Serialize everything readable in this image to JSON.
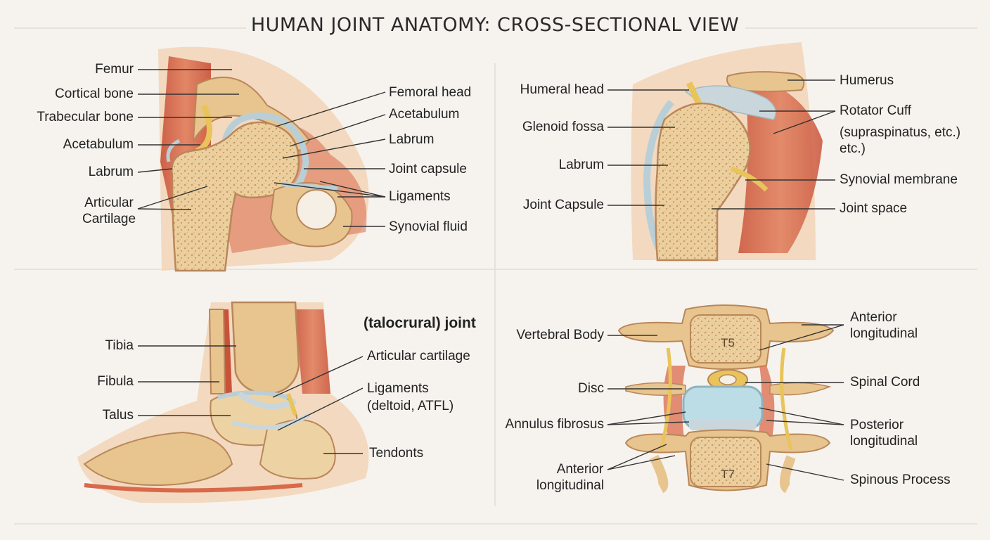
{
  "title": "HUMAN JOINT ANATOMY: CROSS-SECTIONAL VIEW",
  "hip": {
    "femur": "Femur",
    "cortical_bone": "Cortical bone",
    "trabecular_bone": "Trabecular bone",
    "acetabulum_left": "Acetabulum",
    "labrum_left": "Labrum",
    "articular_cartilage_1": "Articular",
    "articular_cartilage_2": "Cartilage",
    "femoral_head": "Femoral head",
    "acetabulum_right": "Acetabulum",
    "labrum_right": "Labrum",
    "joint_capsule": "Joint capsule",
    "ligaments": "Ligaments",
    "synovial_fluid": "Synovial fluid"
  },
  "shoulder": {
    "humeral_head": "Humeral head",
    "glenoid_fossa": "Glenoid fossa",
    "labrum": "Labrum",
    "joint_capsule": "Joint Capsule",
    "humerus": "Humerus",
    "rotator_cuff": "Rotator Cuff",
    "rotator_cuff_detail_1": "(supraspinatus, etc.)",
    "rotator_cuff_detail_2": "etc.)",
    "synovial_membrane": "Synovial membrane",
    "joint_space": "Joint space"
  },
  "ankle": {
    "heading": "(talocrural) joint",
    "tibia": "Tibia",
    "fibula": "Fibula",
    "talus": "Talus",
    "articular_cartilage": "Articular cartilage",
    "ligaments_1": "Ligaments",
    "ligaments_2": "(deltoid, ATFL)",
    "tendons": "Tendonts"
  },
  "spine": {
    "vertebral_body": "Vertebral Body",
    "disc": "Disc",
    "annulus_fibrosus": "Annulus fibrosus",
    "anterior_longitudinal_left_1": "Anterior",
    "anterior_longitudinal_left_2": "longitudinal",
    "anterior_longitudinal_right_1": "Anterior",
    "anterior_longitudinal_right_2": "longitudinal",
    "spinal_cord": "Spinal Cord",
    "posterior_longitudinal_1": "Posterior",
    "posterior_longitudinal_2": "longitudinal",
    "spinous_process": "Spinous Process",
    "t5": "T5",
    "t7": "T7"
  },
  "colors": {
    "background": "#f6f3ee",
    "bone": "#e8c48f",
    "bone_inner": "#edd2a3",
    "muscle": "#d9694a",
    "cartilage": "#b9cfd8",
    "ligament": "#e8c45a",
    "skin": "#f0c9a8",
    "disc_nucleus": "#bcdde6"
  }
}
